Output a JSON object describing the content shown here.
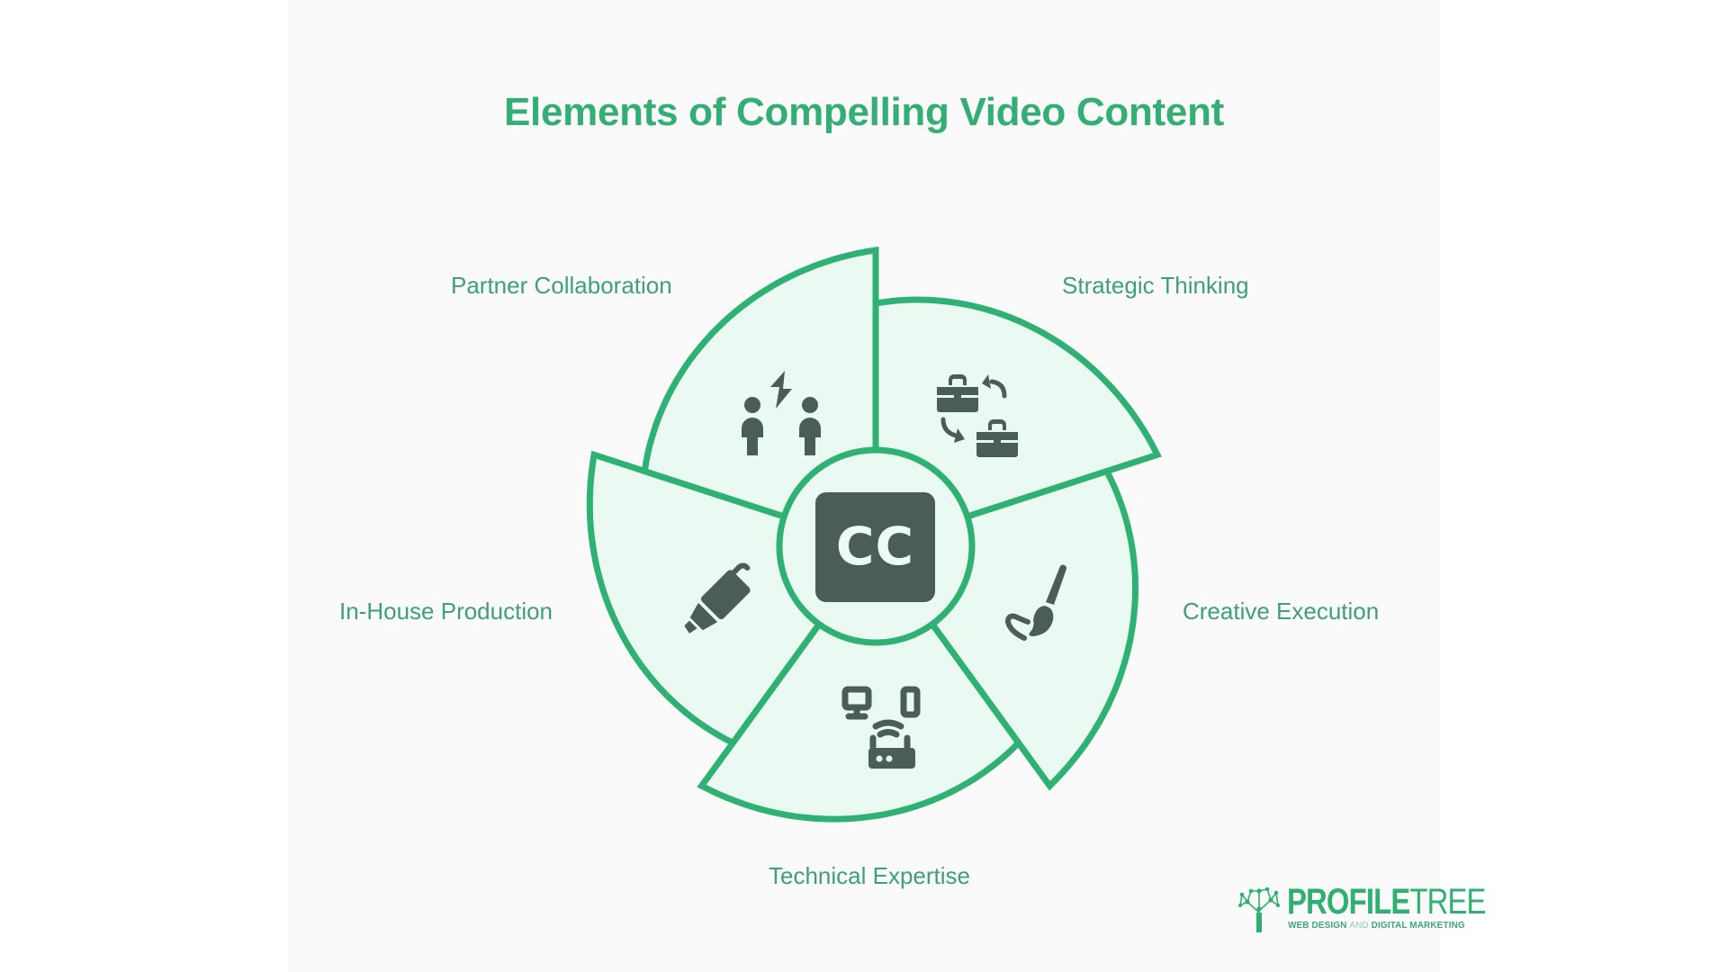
{
  "title": "Elements of Compelling Video Content",
  "center": {
    "icon": "closed-captions-icon",
    "text": "CC"
  },
  "segments": [
    {
      "label": "Strategic Thinking",
      "icon": "briefcase-swap-icon"
    },
    {
      "label": "Creative Execution",
      "icon": "paintbrush-icon"
    },
    {
      "label": "Technical Expertise",
      "icon": "devices-router-icon"
    },
    {
      "label": "In-House Production",
      "icon": "highlighter-icon"
    },
    {
      "label": "Partner Collaboration",
      "icon": "people-spark-icon"
    }
  ],
  "logo": {
    "icon": "tree-network-icon",
    "word_bold": "PROFILE",
    "word_light": "TREE",
    "tagline_a": "WEB DESIGN ",
    "tagline_b": "AND",
    "tagline_c": " DIGITAL MARKETING"
  },
  "colors": {
    "accent": "#2fb174",
    "fill": "#eafaf3",
    "icon": "#4a5e56",
    "label": "#3e9f7a"
  }
}
